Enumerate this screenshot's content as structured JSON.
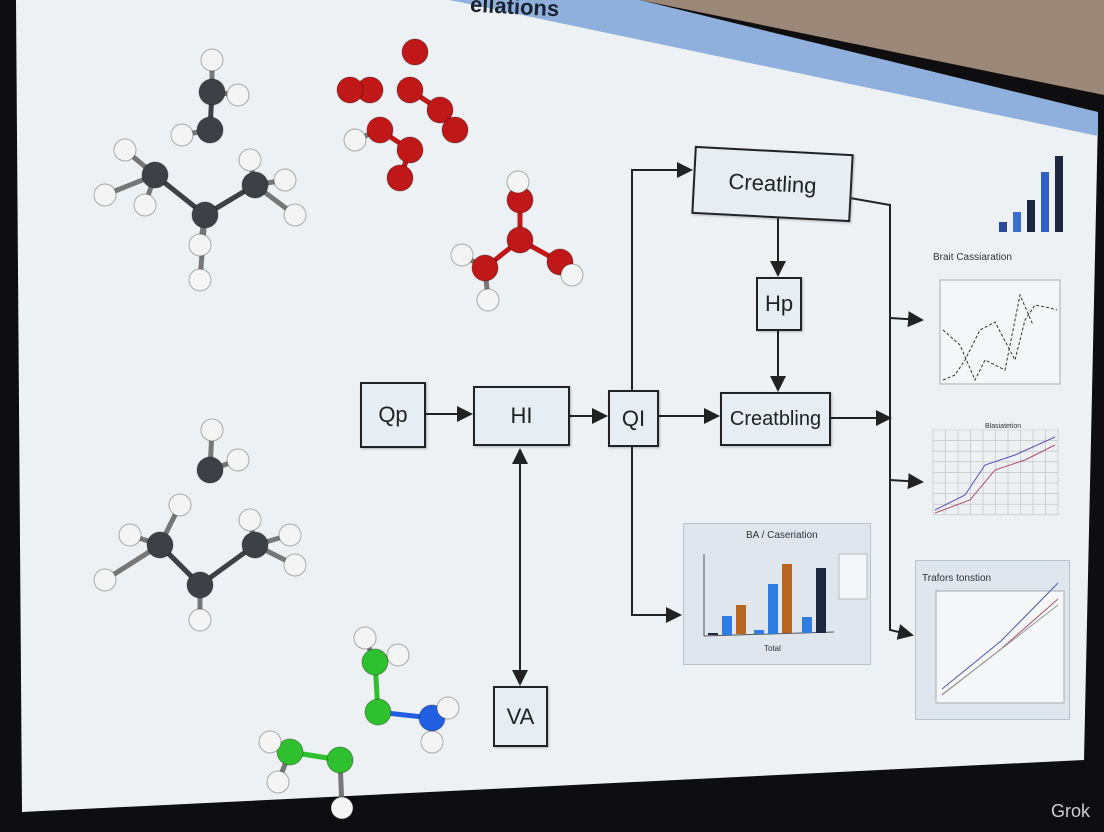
{
  "screen": {
    "banner_title": "ellations"
  },
  "flowchart": {
    "nodes": {
      "qp": "Qp",
      "hi": "HI",
      "ql": "QI",
      "creatling": "Creatling",
      "hp": "Hp",
      "creatbling": "Creatbling",
      "va": "VA"
    }
  },
  "charts": {
    "bar": {
      "title": "BA / Caseriation",
      "xlabel": "Total"
    },
    "line": {
      "title": "Brait Cassiaration"
    },
    "grid": {
      "title": "Blasiatetion"
    },
    "linear": {
      "title": "Trafors tonstion"
    }
  },
  "colors": {
    "screen": "#eef1f4",
    "accent_blue": "#2f7de0",
    "accent_orange": "#b8651f",
    "navy": "#1d2840"
  },
  "watermark": "Grok"
}
